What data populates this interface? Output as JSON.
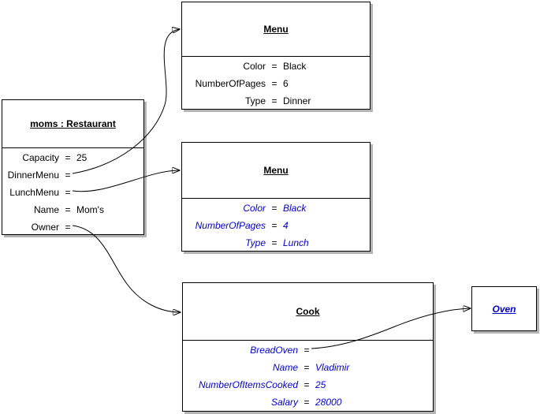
{
  "symbols": {
    "equals": "="
  },
  "colors": {
    "attribute_blue": "#0000cc",
    "line_black": "#000000",
    "shadow_gray": "#b3b3b3",
    "background": "#ffffff"
  },
  "boxes": {
    "restaurant": {
      "title": "moms : Restaurant",
      "attributes": [
        {
          "name": "Capacity",
          "value": "25"
        },
        {
          "name": "DinnerMenu",
          "value": ""
        },
        {
          "name": "LunchMenu",
          "value": ""
        },
        {
          "name": "Name",
          "value": "Mom's"
        },
        {
          "name": "Owner",
          "value": ""
        }
      ]
    },
    "dinner_menu": {
      "title": "Menu",
      "attributes": [
        {
          "name": "Color",
          "value": "Black"
        },
        {
          "name": "NumberOfPages",
          "value": "6"
        },
        {
          "name": "Type",
          "value": "Dinner"
        }
      ]
    },
    "lunch_menu": {
      "title": "Menu",
      "attributes": [
        {
          "name": "Color",
          "value": "Black"
        },
        {
          "name": "NumberOfPages",
          "value": "4"
        },
        {
          "name": "Type",
          "value": "Lunch"
        }
      ]
    },
    "cook": {
      "title": "Cook",
      "attributes": [
        {
          "name": "BreadOven",
          "value": ""
        },
        {
          "name": "Name",
          "value": "Vladimir"
        },
        {
          "name": "NumberOfItemsCooked",
          "value": "25"
        },
        {
          "name": "Salary",
          "value": "28000"
        }
      ]
    },
    "oven": {
      "title": "Oven"
    }
  },
  "arrows": [
    {
      "from": "restaurant.DinnerMenu",
      "to": "dinner_menu"
    },
    {
      "from": "restaurant.LunchMenu",
      "to": "lunch_menu"
    },
    {
      "from": "restaurant.Owner",
      "to": "cook"
    },
    {
      "from": "cook.BreadOven",
      "to": "oven"
    }
  ]
}
